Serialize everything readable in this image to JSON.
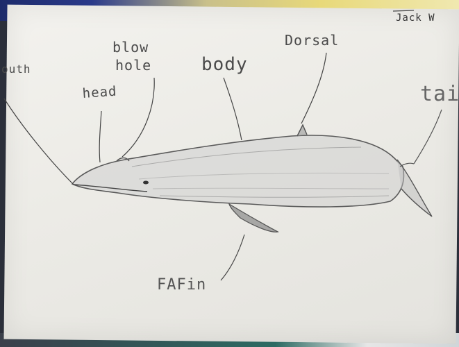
{
  "labels": {
    "mouth": "outh",
    "head": "head",
    "blowhole_line1": "blow",
    "blowhole_line2": "hole",
    "body": "body",
    "dorsal": "Dorsal",
    "tail": "tail",
    "fin": "FAFin",
    "author": "Jack W"
  }
}
